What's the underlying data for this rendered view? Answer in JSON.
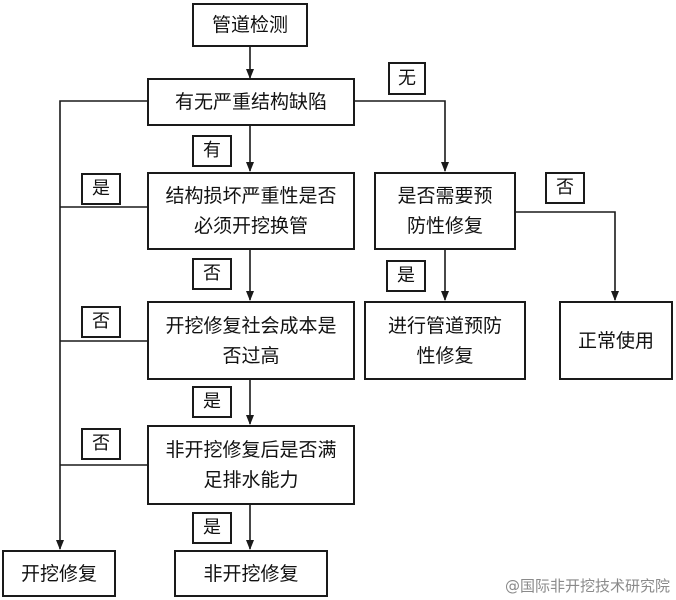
{
  "nodes": {
    "start": "管道检测",
    "q_defect": "有无严重结构缺陷",
    "q_open_cut": "结构损坏严重性是否必须开挖换管",
    "q_prevent": "是否需要预防性修复",
    "q_cost": "开挖修复社会成本是否过高",
    "q_drainage": "非开挖修复后是否满足排水能力",
    "preventive_repair": "进行管道预防性修复",
    "normal_use": "正常使用",
    "open_cut_repair": "开挖修复",
    "trenchless_repair": "非开挖修复"
  },
  "tags": {
    "none": "无",
    "has": "有",
    "yes_open_cut": "是",
    "no_open_cut": "否",
    "yes_prevent": "是",
    "no_prevent": "否",
    "no_cost": "否",
    "yes_cost": "是",
    "no_drainage": "否",
    "yes_drainage": "是"
  },
  "watermark": "@国际非开挖技术研究院"
}
